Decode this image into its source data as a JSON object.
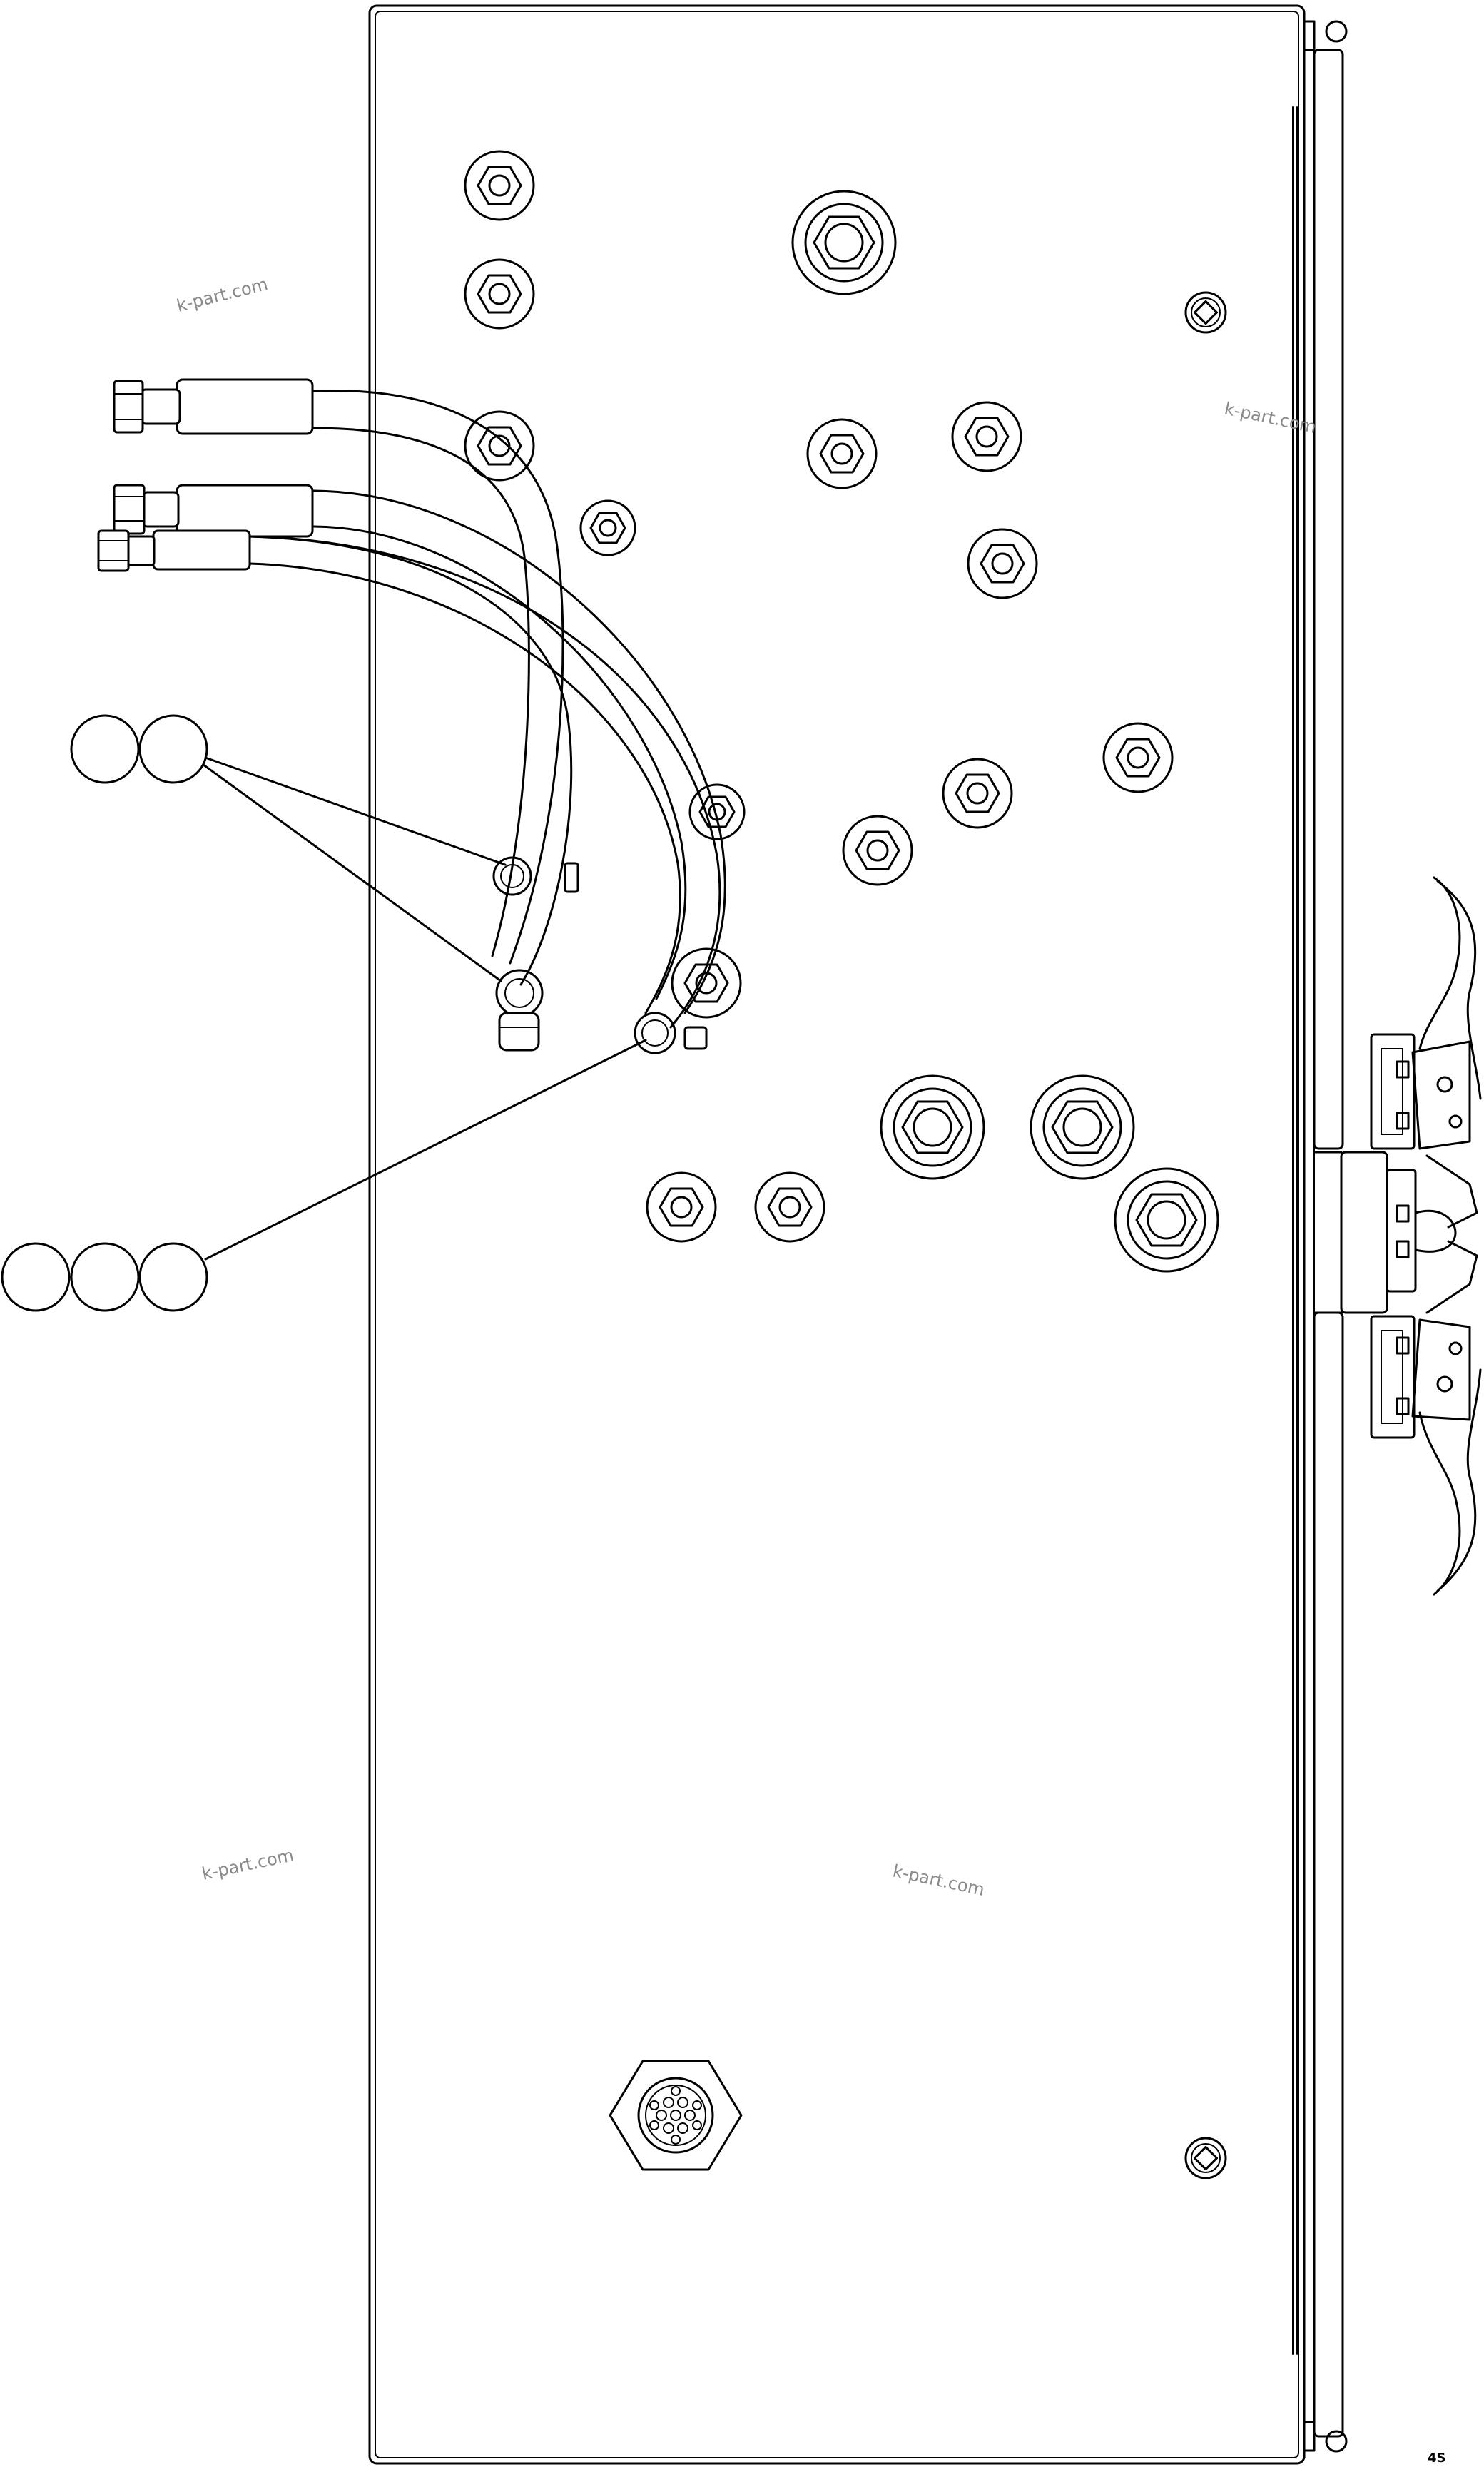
{
  "diagram": {
    "watermarks": [
      {
        "id": "wm1",
        "text": "k-part.com"
      },
      {
        "id": "wm2",
        "text": "k-part.com"
      },
      {
        "id": "wm3",
        "text": "k-part.com"
      },
      {
        "id": "wm4",
        "text": "k-part.com"
      }
    ],
    "figure_code": "4S",
    "callouts": {
      "group_a_count": 2,
      "group_b_count": 3
    },
    "parts": {
      "panel": "mounting-plate",
      "hoses": 3,
      "small_fittings": 14,
      "large_fittings": 4,
      "square_plugs": 2,
      "connector": "round-multipin-connector",
      "latches": 2
    }
  }
}
